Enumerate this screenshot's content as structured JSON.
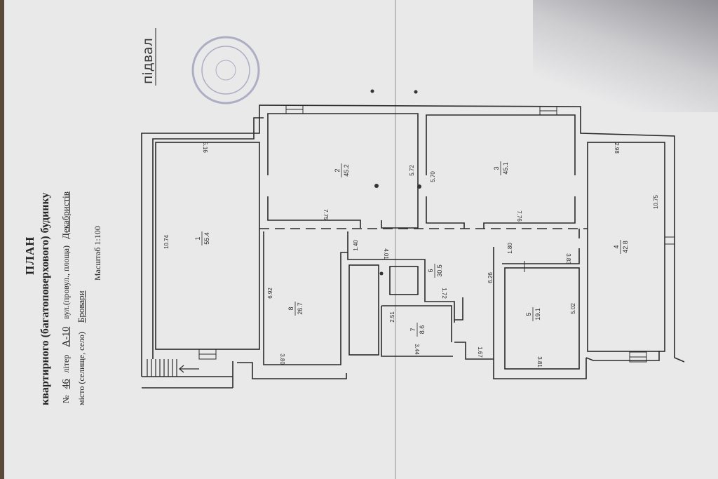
{
  "title": {
    "main": "ПЛАН",
    "line2": "квартирного (багатоповерхового) будинку",
    "line3_prefix": "№",
    "number": "46",
    "liter_label": "літер",
    "liter": "А-10",
    "street_label": "вул.(провул., площа)",
    "street": "Декабристів",
    "city_label": "місто (селище, село)",
    "city": "Бровари",
    "scale": "Масштаб 1:100"
  },
  "floor_label": "підвал",
  "stamp": {
    "type": "round-seal"
  },
  "rooms": [
    {
      "num": "1",
      "area": "55.4"
    },
    {
      "num": "2",
      "area": "45.2"
    },
    {
      "num": "3",
      "area": "45.1"
    },
    {
      "num": "4",
      "area": "42.8"
    },
    {
      "num": "5",
      "area": "19.1"
    },
    {
      "num": "6",
      "area": "30.5"
    },
    {
      "num": "7",
      "area": "8.6"
    },
    {
      "num": "8",
      "area": "26.7"
    }
  ],
  "dimensions": [
    "5.16",
    "10.74",
    "7.75",
    "5.72",
    "5.70",
    "7.76",
    "2.98",
    "10.75",
    "1.40",
    "4.01",
    "1.72",
    "2.51",
    "3.44",
    "1.67",
    "6.26",
    "1.80",
    "3.83",
    "5.02",
    "3.81",
    "6.92",
    "3.80"
  ],
  "colors": {
    "paper": "#e9e9ea",
    "ink": "#2a2a2a",
    "stamp": "#7d7fa6",
    "background": "#5a4a3c"
  }
}
